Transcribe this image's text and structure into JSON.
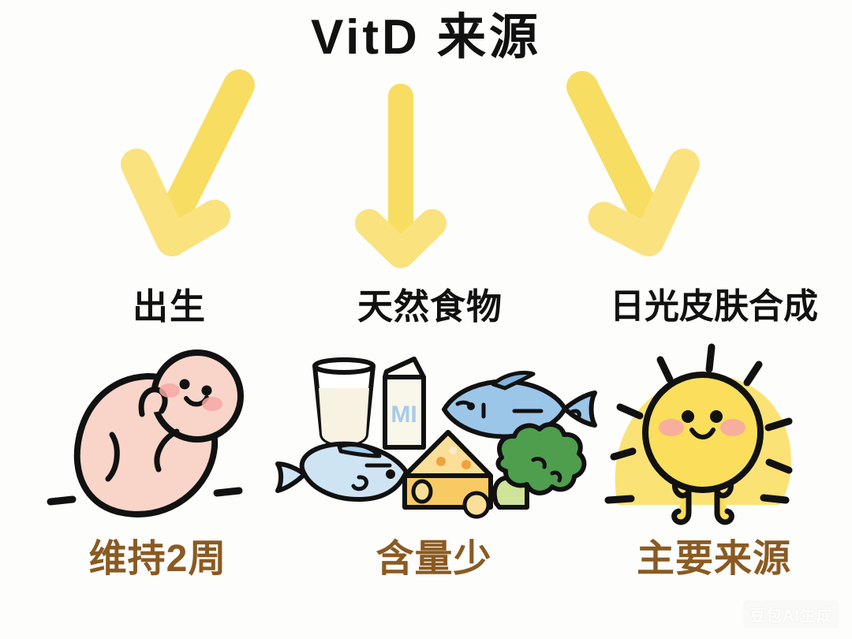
{
  "page": {
    "title": "VitD 来源",
    "background_color": "#fdfdfb",
    "watermark": "豆包AI生成"
  },
  "palette": {
    "arrow_yellow": "#f8dd63",
    "arrow_yellow_light": "#fae27f",
    "caption_brown": "#8a5a22",
    "text_black": "#111111",
    "fetus_pink": "#f9d5c9",
    "blush_pink": "#f6a8a4",
    "sun_yellow": "#fade5c",
    "sun_glow": "#fbe275",
    "fish_blue": "#9cc6e8",
    "fish_blue_light": "#cfe4f3",
    "cheese_yellow": "#f8ca64",
    "broccoli_green": "#4e9e4e",
    "broccoli_stem": "#cfe39a",
    "milk_white": "#f7f4e9",
    "carton_text_blue": "#a7cbe8",
    "outline": "#111111"
  },
  "arrows": [
    {
      "name": "arrow-to-birth",
      "direction": "down-left"
    },
    {
      "name": "arrow-to-food",
      "direction": "down"
    },
    {
      "name": "arrow-to-sunlight",
      "direction": "down-right"
    }
  ],
  "columns": [
    {
      "id": "birth",
      "label": "出生",
      "caption": "维持2周",
      "illustration": "fetus-illustration",
      "illustration_parts": [
        "fetus-body",
        "fetus-head",
        "fetus-eye-left",
        "fetus-eye-right",
        "fetus-smile",
        "fetus-blush-left",
        "fetus-blush-right",
        "fetus-arm",
        "fetus-leg",
        "motion-dash-left",
        "motion-dash-right"
      ]
    },
    {
      "id": "natural-food",
      "label": "天然食物",
      "caption": "含量少",
      "illustration": "food-illustration",
      "illustration_parts": [
        "milk-glass",
        "milk-carton",
        "fish-blue",
        "fish-light",
        "cheese-wedge",
        "broccoli"
      ],
      "carton_text": "MI"
    },
    {
      "id": "sunlight-skin-synthesis",
      "label": "日光皮肤合成",
      "caption": "主要来源",
      "illustration": "sun-illustration",
      "illustration_parts": [
        "sun-glow",
        "sun-body",
        "sun-eye-left",
        "sun-eye-right",
        "sun-smile",
        "sun-blush-left",
        "sun-blush-right",
        "sun-arms",
        "sun-legs",
        "sun-ray"
      ],
      "ray_count": 8
    }
  ]
}
